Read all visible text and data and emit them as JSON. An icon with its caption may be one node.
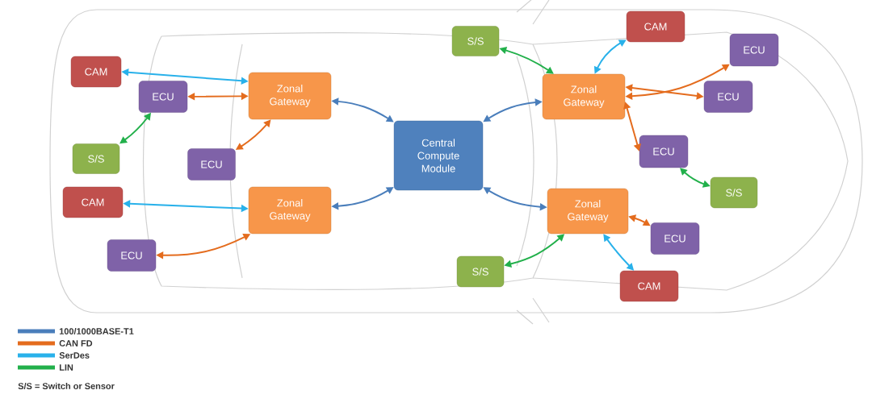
{
  "diagram": {
    "nodes": [
      {
        "text": [
          "Central Compute Module"
        ]
      },
      {
        "text": [
          "Zonal Gateway"
        ]
      },
      {
        "text": [
          "Zonal Gateway"
        ]
      },
      {
        "text": [
          "Zonal Gateway"
        ]
      },
      {
        "text": [
          "Zonal Gateway"
        ]
      },
      {
        "text": [
          "CAM"
        ]
      },
      {
        "text": [
          "ECU"
        ]
      },
      {
        "text": [
          "S/S"
        ]
      },
      {
        "text": [
          "ECU"
        ]
      },
      {
        "text": [
          "CAM"
        ]
      },
      {
        "text": [
          "ECU"
        ]
      },
      {
        "text": [
          "S/S"
        ]
      },
      {
        "text": [
          "CAM"
        ]
      },
      {
        "text": [
          "ECU"
        ]
      },
      {
        "text": [
          "ECU"
        ]
      },
      {
        "text": [
          "ECU"
        ]
      },
      {
        "text": [
          "S/S"
        ]
      },
      {
        "text": [
          "ECU"
        ]
      },
      {
        "text": [
          "S/S"
        ]
      },
      {
        "text": [
          "CAM"
        ]
      }
    ],
    "edges": [
      {
        "from": 0,
        "to": 1,
        "arrow": "both",
        "color": "#4a7ebb"
      },
      {
        "from": 0,
        "to": 2,
        "arrow": "both",
        "color": "#4a7ebb"
      },
      {
        "from": 0,
        "to": 3,
        "arrow": "both",
        "color": "#4a7ebb"
      },
      {
        "from": 0,
        "to": 4,
        "arrow": "both",
        "color": "#4a7ebb"
      },
      {
        "from": 1,
        "to": 5,
        "arrow": "both",
        "color": "#29b1ea"
      },
      {
        "from": 1,
        "to": 6,
        "arrow": "both"
      },
      {
        "from": 6,
        "to": 7,
        "arrow": "both",
        "color": "#22b04b"
      },
      {
        "from": 1,
        "to": 8,
        "arrow": "both"
      },
      {
        "from": 2,
        "to": 9,
        "arrow": "both",
        "color": "#29b1ea"
      },
      {
        "from": 2,
        "to": 10,
        "arrow": "both"
      },
      {
        "from": 3,
        "to": 11,
        "arrow": "both",
        "color": "#22b04b"
      },
      {
        "from": 3,
        "to": 12,
        "arrow": "both",
        "color": "#29b1ea"
      },
      {
        "from": 3,
        "to": 13,
        "arrow": "both"
      },
      {
        "from": 3,
        "to": 14,
        "arrow": "both"
      },
      {
        "from": 3,
        "to": 15,
        "arrow": "both"
      },
      {
        "from": 15,
        "to": 16,
        "arrow": "both",
        "color": "#22b04b"
      },
      {
        "from": 4,
        "to": 17,
        "arrow": "both"
      },
      {
        "from": 4,
        "to": 18,
        "arrow": "both",
        "color": "#22b04b"
      },
      {
        "from": 4,
        "to": 19,
        "arrow": "both",
        "color": "#29b1ea"
      }
    ],
    "labels": [
      "S/S = Switch or Sensor"
    ],
    "legend": [
      {
        "text": "100/1000BASE-T1",
        "color": "#4a7ebb"
      },
      {
        "text": "CAN FD",
        "color": "#e46c1e"
      },
      {
        "text": "SerDes",
        "color": "#29b1ea"
      },
      {
        "text": "LIN",
        "color": "#22b04b"
      }
    ]
  }
}
